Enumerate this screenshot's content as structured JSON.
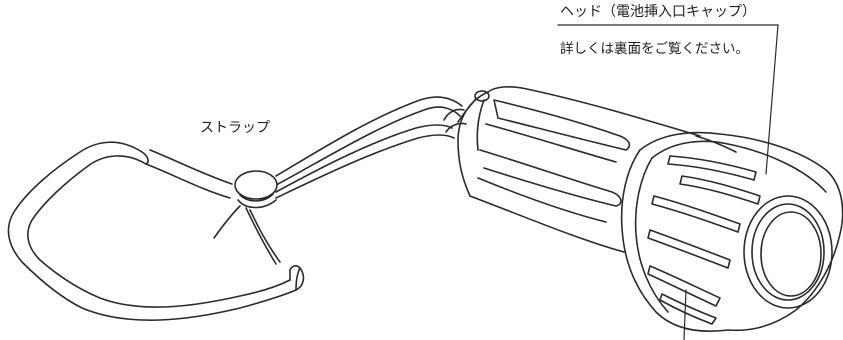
{
  "labels": {
    "head_title": "ヘッド（電池挿入口キャップ）",
    "head_note": "詳しくは裏面をご覧ください。",
    "strap": "ストラップ"
  },
  "colors": {
    "line": "#2b2b2b",
    "background": "#ffffff",
    "text": "#222222"
  }
}
